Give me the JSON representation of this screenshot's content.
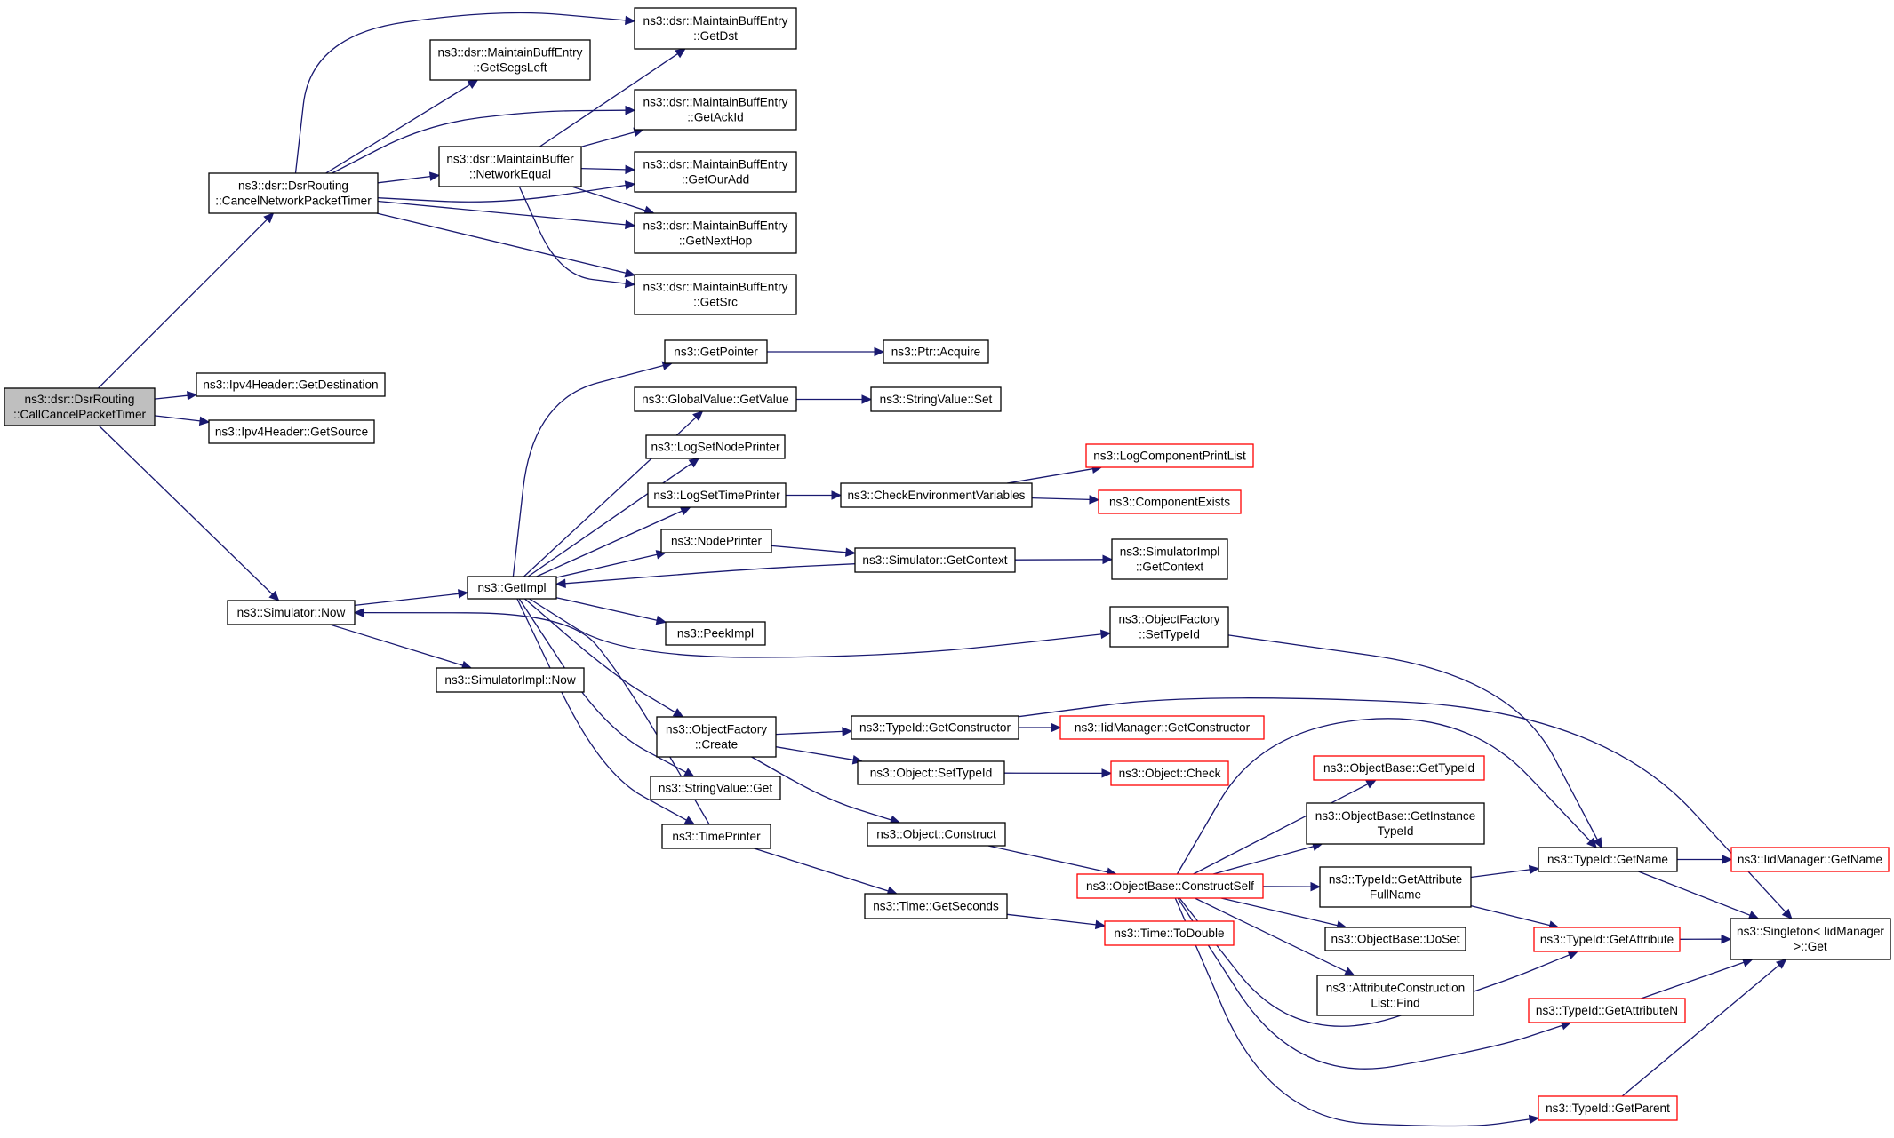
{
  "graph": {
    "title": "",
    "colors": {
      "edge": "#191970",
      "node_border": "#000000",
      "truncated_border": "#ff0000",
      "root_fill": "#bfbfbf",
      "background": "#ffffff"
    },
    "nodes": [
      {
        "id": "call_cancel",
        "lines": [
          "ns3::dsr::DsrRouting",
          "::CallCancelPacketTimer"
        ],
        "root": true
      },
      {
        "id": "cancel_net",
        "lines": [
          "ns3::dsr::DsrRouting",
          "::CancelNetworkPacketTimer"
        ]
      },
      {
        "id": "get_dest",
        "lines": [
          "ns3::Ipv4Header::GetDestination"
        ]
      },
      {
        "id": "get_source",
        "lines": [
          "ns3::Ipv4Header::GetSource"
        ]
      },
      {
        "id": "sim_now",
        "lines": [
          "ns3::Simulator::Now"
        ]
      },
      {
        "id": "segs_left",
        "lines": [
          "ns3::dsr::MaintainBuffEntry",
          "::GetSegsLeft"
        ]
      },
      {
        "id": "net_equal",
        "lines": [
          "ns3::dsr::MaintainBuffer",
          "::NetworkEqual"
        ]
      },
      {
        "id": "get_dst",
        "lines": [
          "ns3::dsr::MaintainBuffEntry",
          "::GetDst"
        ]
      },
      {
        "id": "get_ackid",
        "lines": [
          "ns3::dsr::MaintainBuffEntry",
          "::GetAckId"
        ]
      },
      {
        "id": "get_ouradd",
        "lines": [
          "ns3::dsr::MaintainBuffEntry",
          "::GetOurAdd"
        ]
      },
      {
        "id": "get_nexthop",
        "lines": [
          "ns3::dsr::MaintainBuffEntry",
          "::GetNextHop"
        ]
      },
      {
        "id": "get_src",
        "lines": [
          "ns3::dsr::MaintainBuffEntry",
          "::GetSrc"
        ]
      },
      {
        "id": "get_impl",
        "lines": [
          "ns3::GetImpl"
        ]
      },
      {
        "id": "simimpl_now",
        "lines": [
          "ns3::SimulatorImpl::Now"
        ]
      },
      {
        "id": "get_pointer",
        "lines": [
          "ns3::GetPointer"
        ]
      },
      {
        "id": "ptr_acquire",
        "lines": [
          "ns3::Ptr::Acquire"
        ]
      },
      {
        "id": "gv_getvalue",
        "lines": [
          "ns3::GlobalValue::GetValue"
        ]
      },
      {
        "id": "sv_set",
        "lines": [
          "ns3::StringValue::Set"
        ]
      },
      {
        "id": "log_node",
        "lines": [
          "ns3::LogSetNodePrinter"
        ]
      },
      {
        "id": "log_time",
        "lines": [
          "ns3::LogSetTimePrinter"
        ]
      },
      {
        "id": "check_env",
        "lines": [
          "ns3::CheckEnvironmentVariables"
        ]
      },
      {
        "id": "log_comp_list",
        "lines": [
          "ns3::LogComponentPrintList"
        ],
        "truncated": true
      },
      {
        "id": "comp_exists",
        "lines": [
          "ns3::ComponentExists"
        ],
        "truncated": true
      },
      {
        "id": "node_printer",
        "lines": [
          "ns3::NodePrinter"
        ]
      },
      {
        "id": "sim_getctx",
        "lines": [
          "ns3::Simulator::GetContext"
        ]
      },
      {
        "id": "simimpl_getctx",
        "lines": [
          "ns3::SimulatorImpl",
          "::GetContext"
        ]
      },
      {
        "id": "peek_impl",
        "lines": [
          "ns3::PeekImpl"
        ]
      },
      {
        "id": "of_settypeid",
        "lines": [
          "ns3::ObjectFactory",
          "::SetTypeId"
        ]
      },
      {
        "id": "of_create",
        "lines": [
          "ns3::ObjectFactory",
          "::Create"
        ]
      },
      {
        "id": "tid_getctor",
        "lines": [
          "ns3::TypeId::GetConstructor"
        ]
      },
      {
        "id": "iid_getctor",
        "lines": [
          "ns3::IidManager::GetConstructor"
        ],
        "truncated": true
      },
      {
        "id": "obj_settypeid",
        "lines": [
          "ns3::Object::SetTypeId"
        ]
      },
      {
        "id": "obj_check",
        "lines": [
          "ns3::Object::Check"
        ],
        "truncated": true
      },
      {
        "id": "sv_get",
        "lines": [
          "ns3::StringValue::Get"
        ]
      },
      {
        "id": "obj_construct",
        "lines": [
          "ns3::Object::Construct"
        ]
      },
      {
        "id": "time_printer",
        "lines": [
          "ns3::TimePrinter"
        ]
      },
      {
        "id": "time_getsec",
        "lines": [
          "ns3::Time::GetSeconds"
        ]
      },
      {
        "id": "time_todouble",
        "lines": [
          "ns3::Time::ToDouble"
        ],
        "truncated": true
      },
      {
        "id": "ob_construct_self",
        "lines": [
          "ns3::ObjectBase::ConstructSelf"
        ],
        "truncated": true
      },
      {
        "id": "ob_gettypeid",
        "lines": [
          "ns3::ObjectBase::GetTypeId"
        ],
        "truncated": true
      },
      {
        "id": "ob_getinst",
        "lines": [
          "ns3::ObjectBase::GetInstance",
          "TypeId"
        ]
      },
      {
        "id": "tid_attrfull",
        "lines": [
          "ns3::TypeId::GetAttribute",
          "FullName"
        ]
      },
      {
        "id": "ob_doset",
        "lines": [
          "ns3::ObjectBase::DoSet"
        ]
      },
      {
        "id": "acl_find",
        "lines": [
          "ns3::AttributeConstruction",
          "List::Find"
        ]
      },
      {
        "id": "tid_getname",
        "lines": [
          "ns3::TypeId::GetName"
        ]
      },
      {
        "id": "iid_getname",
        "lines": [
          "ns3::IidManager::GetName"
        ],
        "truncated": true
      },
      {
        "id": "tid_getattr",
        "lines": [
          "ns3::TypeId::GetAttribute"
        ],
        "truncated": true
      },
      {
        "id": "tid_getattrn",
        "lines": [
          "ns3::TypeId::GetAttributeN"
        ],
        "truncated": true
      },
      {
        "id": "tid_getparent",
        "lines": [
          "ns3::TypeId::GetParent"
        ],
        "truncated": true
      },
      {
        "id": "singleton_get",
        "lines": [
          "ns3::Singleton< IidManager",
          ">::Get"
        ]
      }
    ],
    "edges": [
      [
        "call_cancel",
        "cancel_net"
      ],
      [
        "call_cancel",
        "get_dest"
      ],
      [
        "call_cancel",
        "get_source"
      ],
      [
        "call_cancel",
        "sim_now"
      ],
      [
        "cancel_net",
        "get_dst"
      ],
      [
        "cancel_net",
        "segs_left"
      ],
      [
        "cancel_net",
        "get_ackid"
      ],
      [
        "cancel_net",
        "net_equal"
      ],
      [
        "cancel_net",
        "get_ouradd"
      ],
      [
        "cancel_net",
        "get_nexthop"
      ],
      [
        "cancel_net",
        "get_src"
      ],
      [
        "net_equal",
        "get_dst"
      ],
      [
        "net_equal",
        "get_ackid"
      ],
      [
        "net_equal",
        "get_ouradd"
      ],
      [
        "net_equal",
        "get_nexthop"
      ],
      [
        "net_equal",
        "get_src"
      ],
      [
        "sim_now",
        "get_impl"
      ],
      [
        "sim_now",
        "simimpl_now"
      ],
      [
        "get_impl",
        "get_pointer"
      ],
      [
        "get_impl",
        "gv_getvalue"
      ],
      [
        "get_impl",
        "log_node"
      ],
      [
        "get_impl",
        "log_time"
      ],
      [
        "get_impl",
        "node_printer"
      ],
      [
        "get_impl",
        "peek_impl"
      ],
      [
        "get_impl",
        "of_settypeid"
      ],
      [
        "get_impl",
        "of_create"
      ],
      [
        "get_impl",
        "sv_get"
      ],
      [
        "get_impl",
        "time_printer"
      ],
      [
        "get_pointer",
        "ptr_acquire"
      ],
      [
        "gv_getvalue",
        "sv_set"
      ],
      [
        "log_time",
        "check_env"
      ],
      [
        "check_env",
        "log_comp_list"
      ],
      [
        "check_env",
        "comp_exists"
      ],
      [
        "node_printer",
        "sim_getctx"
      ],
      [
        "sim_getctx",
        "get_impl"
      ],
      [
        "sim_getctx",
        "simimpl_getctx"
      ],
      [
        "time_printer",
        "sim_now"
      ],
      [
        "time_printer",
        "time_getsec"
      ],
      [
        "time_getsec",
        "time_todouble"
      ],
      [
        "of_settypeid",
        "tid_getname"
      ],
      [
        "of_create",
        "tid_getctor"
      ],
      [
        "of_create",
        "obj_settypeid"
      ],
      [
        "of_create",
        "obj_construct"
      ],
      [
        "tid_getctor",
        "iid_getctor"
      ],
      [
        "tid_getctor",
        "singleton_get"
      ],
      [
        "obj_settypeid",
        "obj_check"
      ],
      [
        "obj_construct",
        "ob_construct_self"
      ],
      [
        "ob_construct_self",
        "ob_gettypeid"
      ],
      [
        "ob_construct_self",
        "ob_getinst"
      ],
      [
        "ob_construct_self",
        "tid_attrfull"
      ],
      [
        "ob_construct_self",
        "ob_doset"
      ],
      [
        "ob_construct_self",
        "acl_find"
      ],
      [
        "ob_construct_self",
        "tid_getname"
      ],
      [
        "ob_construct_self",
        "tid_getattr"
      ],
      [
        "ob_construct_self",
        "tid_getattrn"
      ],
      [
        "ob_construct_self",
        "tid_getparent"
      ],
      [
        "tid_attrfull",
        "tid_getname"
      ],
      [
        "tid_attrfull",
        "tid_getattr"
      ],
      [
        "tid_getname",
        "iid_getname"
      ],
      [
        "tid_getname",
        "singleton_get"
      ],
      [
        "tid_getattr",
        "singleton_get"
      ],
      [
        "tid_getattrn",
        "singleton_get"
      ],
      [
        "tid_getparent",
        "singleton_get"
      ]
    ]
  }
}
